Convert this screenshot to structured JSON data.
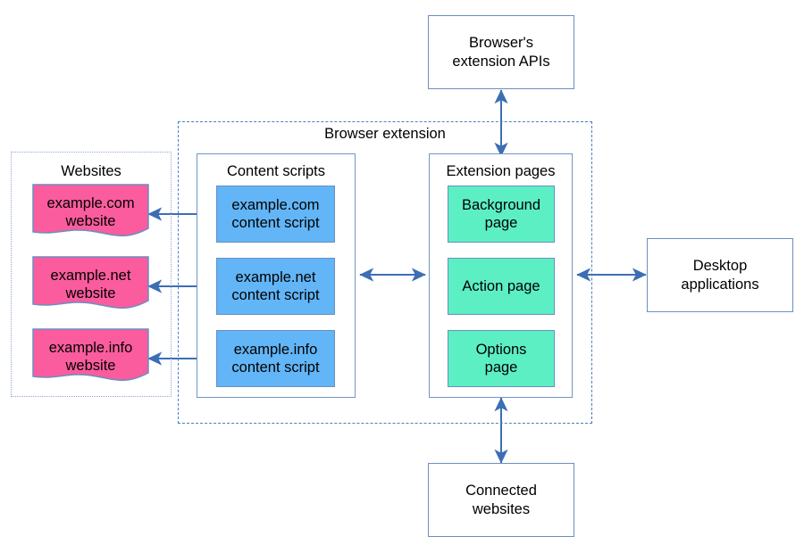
{
  "diagram": {
    "title_label": "Browser extension",
    "accent_stroke": "#6A8FC0",
    "arrow_color": "#3C6EB4",
    "website_fill": "#FA5C9E",
    "content_script_fill": "#62B5F6",
    "extension_page_fill": "#5CEFC4",
    "dashed_border_color": "#4A7FC1",
    "dotted_border_color": "#8FAACD"
  },
  "external": {
    "top": "Browser's\nextension APIs",
    "right": "Desktop\napplications",
    "bottom": "Connected\nwebsites"
  },
  "websites_group": {
    "title": "Websites",
    "items": [
      {
        "label": "example.com\nwebsite"
      },
      {
        "label": "example.net\nwebsite"
      },
      {
        "label": "example.info\nwebsite"
      }
    ]
  },
  "content_scripts_group": {
    "title": "Content scripts",
    "items": [
      {
        "label": "example.com\ncontent script"
      },
      {
        "label": "example.net\ncontent script"
      },
      {
        "label": "example.info\ncontent script"
      }
    ]
  },
  "extension_pages_group": {
    "title": "Extension pages",
    "items": [
      {
        "label": "Background\npage"
      },
      {
        "label": "Action page"
      },
      {
        "label": "Options\npage"
      }
    ]
  },
  "connections": [
    {
      "name": "extension-apis-link",
      "direction": "bidirectional"
    },
    {
      "name": "desktop-applications-link",
      "direction": "bidirectional"
    },
    {
      "name": "connected-websites-link",
      "direction": "bidirectional"
    },
    {
      "name": "content-scripts-to-extension-pages-link",
      "direction": "bidirectional"
    },
    {
      "name": "example-com-website-to-content-script-link",
      "direction": "bidirectional"
    },
    {
      "name": "example-net-website-to-content-script-link",
      "direction": "bidirectional"
    },
    {
      "name": "example-info-website-to-content-script-link",
      "direction": "bidirectional"
    }
  ]
}
